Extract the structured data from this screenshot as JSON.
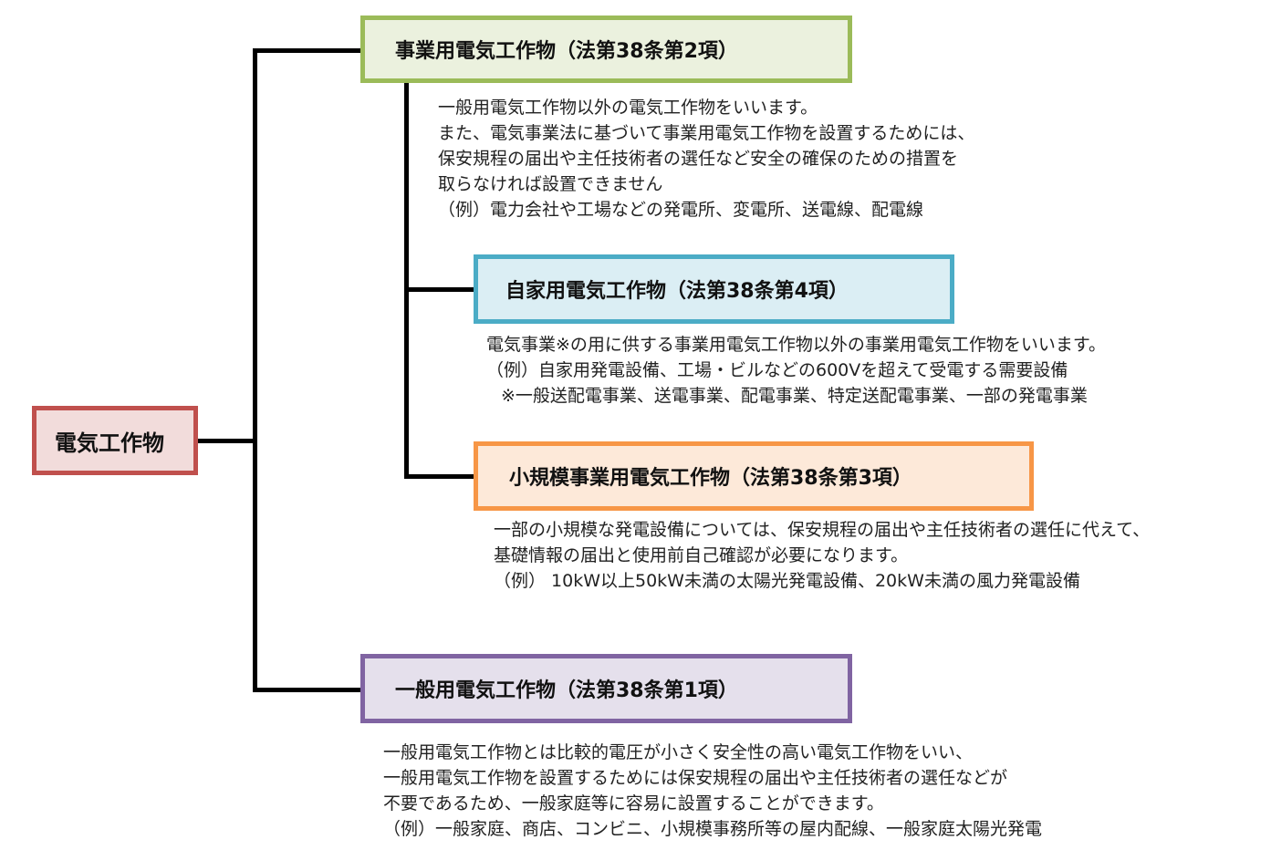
{
  "root": {
    "label": "電気工作物",
    "border_color": "#c0504d",
    "fill_color": "#f2dcdb"
  },
  "business": {
    "label": "事業用電気工作物（法第38条第2項）",
    "border_color": "#9bbb59",
    "fill_color": "#ebf1de",
    "lines": [
      "一般用電気工作物以外の電気工作物をいいます。",
      "また、電気事業法に基づいて事業用電気工作物を設置するためには、",
      "保安規程の届出や主任技術者の選任など安全の確保のための措置を",
      "取らなければ設置できません",
      "（例）電力会社や工場などの発電所、変電所、送電線、配電線"
    ]
  },
  "private": {
    "label": "自家用電気工作物（法第38条第4項）",
    "border_color": "#4bacc6",
    "fill_color": "#dbeef4",
    "lines": [
      "電気事業※の用に供する事業用電気工作物以外の事業用電気工作物をいいます。",
      "（例）自家用発電設備、工場・ビルなどの600Vを超えて受電する需要設備",
      "※一般送配電事業、送電事業、配電事業、特定送配電事業、一部の発電事業"
    ]
  },
  "small": {
    "label": "小規模事業用電気工作物（法第38条第3項）",
    "border_color": "#f79646",
    "fill_color": "#fde9d9",
    "lines": [
      "一部の小規模な発電設備については、保安規程の届出や主任技術者の選任に代えて、",
      "基礎情報の届出と使用前自己確認が必要になります。",
      "（例） 10kW以上50kW未満の太陽光発電設備、20kW未満の風力発電設備"
    ]
  },
  "general": {
    "label": "一般用電気工作物（法第38条第1項）",
    "border_color": "#8064a2",
    "fill_color": "#e5e0ec",
    "lines": [
      "一般用電気工作物とは比較的電圧が小さく安全性の高い電気工作物をいい、",
      "一般用電気工作物を設置するためには保安規程の届出や主任技術者の選任などが",
      "不要であるため、一般家庭等に容易に設置することができます。",
      "（例）一般家庭、商店、コンビニ、小規模事務所等の屋内配線、一般家庭太陽光発電"
    ]
  }
}
